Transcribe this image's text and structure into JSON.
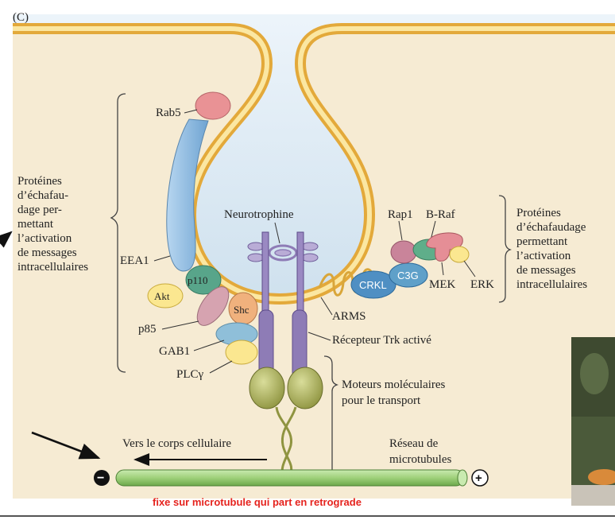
{
  "panel_label": "(C)",
  "labels": {
    "rab5": "Rab5",
    "eea1": "EEA1",
    "p110": "p110",
    "akt": "Akt",
    "shc": "Shc",
    "p85": "p85",
    "gab1": "GAB1",
    "plcg": "PLCγ",
    "neurotrophine": "Neurotrophine",
    "arms": "ARMS",
    "recepteur": "Récepteur Trk activé",
    "crkl": "CRKL",
    "c3g": "C3G",
    "rap1": "Rap1",
    "braf": "B-Raf",
    "mek": "MEK",
    "erk": "ERK",
    "vers_corps": "Vers le corps cellulaire",
    "reseau": [
      "Réseau de",
      "microtubules"
    ],
    "moteurs": [
      "Moteurs moléculaires",
      "pour le transport"
    ],
    "left_group": [
      "Protéines",
      "d’échafau-",
      "dage per-",
      "mettant",
      "l’activation",
      "de messages",
      "intracellulaires"
    ],
    "right_group": [
      "Protéines",
      "d’échafaudage",
      "permettant",
      "l’activation",
      "de messages",
      "intracellulaires"
    ],
    "minus": "−",
    "plus": "+"
  },
  "note": "fixe sur microtubule qui part en retrograde",
  "colors": {
    "cytoplasm": "#f6ebd3",
    "membrane_outer": "#e3a93a",
    "membrane_inner": "#fbe7a2",
    "vesicle_lumen": "#dbe9f3",
    "receptor": "#8e7cb6",
    "motor": "#a8ad5a",
    "microtubule": "#9fd07a",
    "note_red": "#e5231e"
  }
}
